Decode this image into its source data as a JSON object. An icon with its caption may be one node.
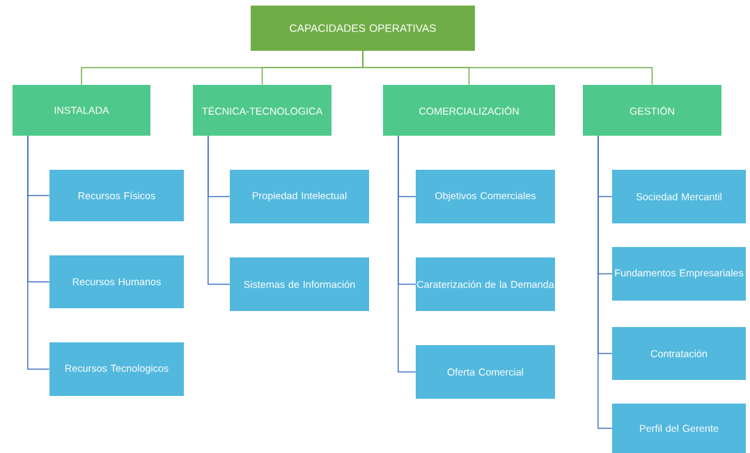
{
  "diagram": {
    "nodes": [
      {
        "text": [
          "CAPACIDADES OPERATIVAS"
        ]
      },
      {
        "text": [
          "INSTALADA"
        ]
      },
      {
        "text": [
          "TÉCNICA-TECNOLOGICA"
        ]
      },
      {
        "text": [
          "COMERCIALIZACIÓN"
        ]
      },
      {
        "text": [
          "GESTIÓN"
        ]
      },
      {
        "text": [
          "Recursos Físicos"
        ]
      },
      {
        "text": [
          "Recursos Humanos"
        ]
      },
      {
        "text": [
          "Recursos Tecnologicos"
        ]
      },
      {
        "text": [
          "Propiedad Intelectual"
        ]
      },
      {
        "text": [
          "Sistemas de Información"
        ]
      },
      {
        "text": [
          "Objetivos Comerciales"
        ]
      },
      {
        "text": [
          "Caraterización de la Demanda"
        ]
      },
      {
        "text": [
          "Oferta Comercial"
        ]
      },
      {
        "text": [
          "Sociedad Mercantil"
        ]
      },
      {
        "text": [
          "Fundamentos Empresariales"
        ]
      },
      {
        "text": [
          "Contratación"
        ]
      },
      {
        "text": [
          "Perfil del Gerente"
        ]
      }
    ],
    "edges": [
      {
        "from": 0,
        "to": 1,
        "arrow": "none",
        "color": "#70ad47"
      },
      {
        "from": 0,
        "to": 2,
        "arrow": "none",
        "color": "#70ad47"
      },
      {
        "from": 0,
        "to": 3,
        "arrow": "none",
        "color": "#70ad47"
      },
      {
        "from": 0,
        "to": 4,
        "arrow": "none",
        "color": "#70ad47"
      },
      {
        "from": 1,
        "to": 5,
        "arrow": "none"
      },
      {
        "from": 1,
        "to": 6,
        "arrow": "none"
      },
      {
        "from": 1,
        "to": 7,
        "arrow": "none"
      },
      {
        "from": 2,
        "to": 8,
        "arrow": "none"
      },
      {
        "from": 2,
        "to": 9,
        "arrow": "none"
      },
      {
        "from": 3,
        "to": 10,
        "arrow": "none"
      },
      {
        "from": 3,
        "to": 11,
        "arrow": "none"
      },
      {
        "from": 3,
        "to": 12,
        "arrow": "none"
      },
      {
        "from": 4,
        "to": 13,
        "arrow": "none"
      },
      {
        "from": 4,
        "to": 14,
        "arrow": "none"
      },
      {
        "from": 4,
        "to": 15,
        "arrow": "none"
      },
      {
        "from": 4,
        "to": 16,
        "arrow": "none"
      }
    ]
  }
}
